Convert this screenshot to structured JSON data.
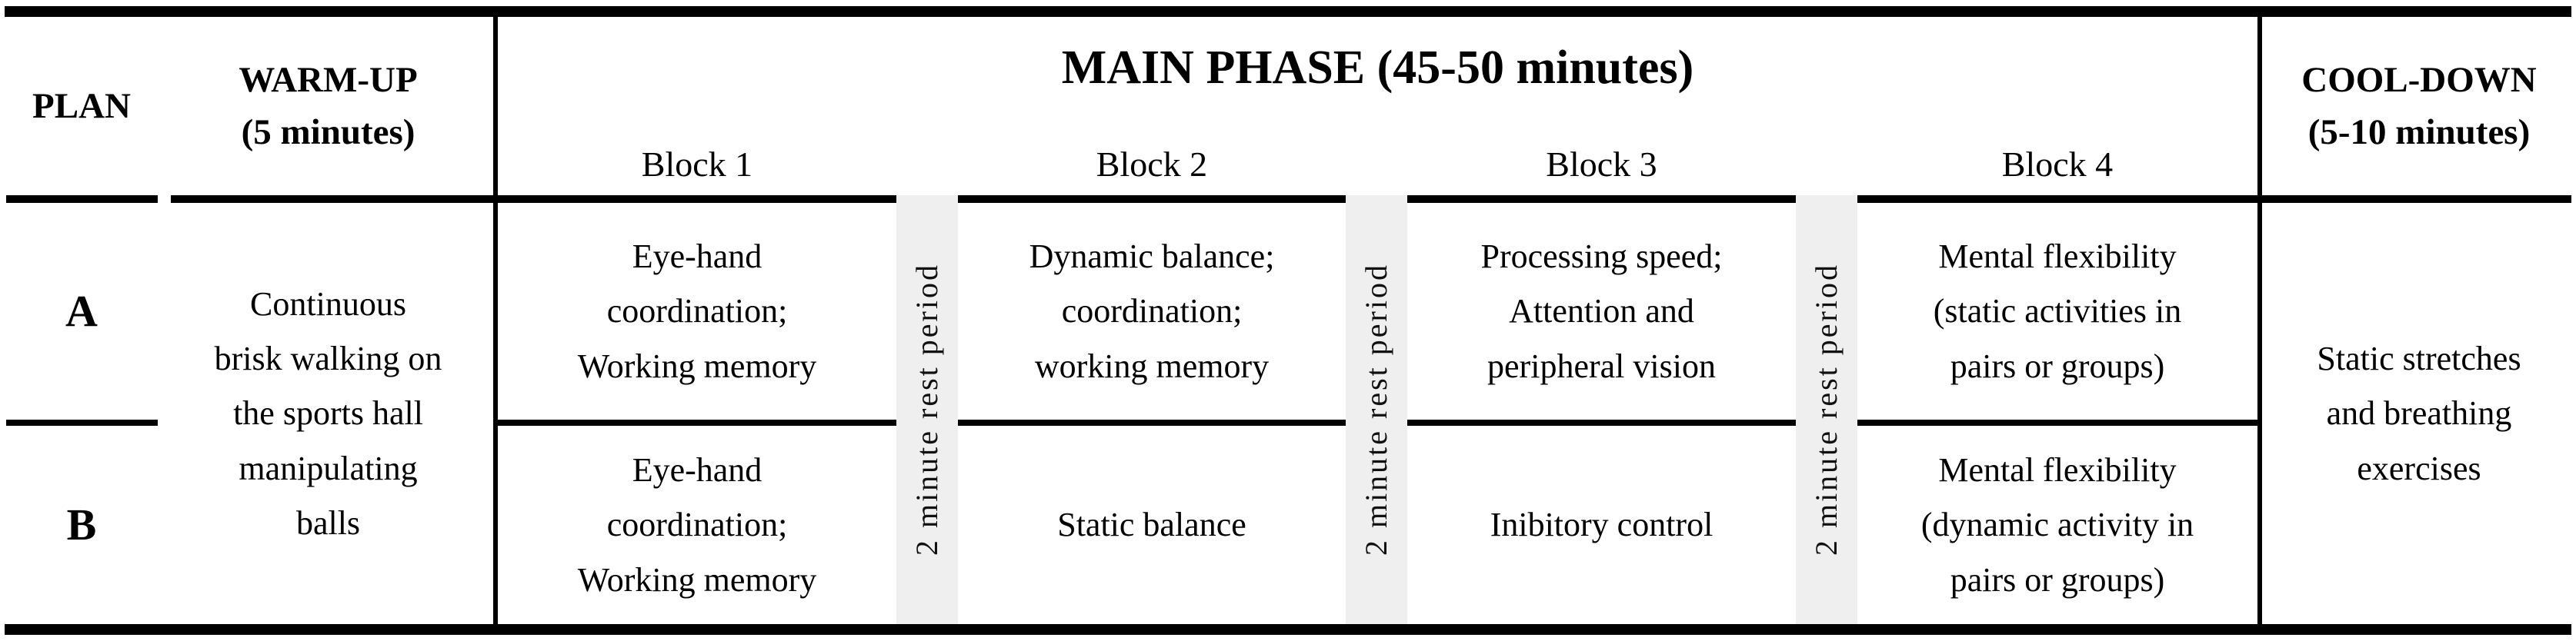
{
  "table": {
    "headers": {
      "plan": "PLAN",
      "warmup": "WARM-UP\n(5 minutes)",
      "main_phase": "MAIN PHASE (45-50 minutes)",
      "cooldown": "COOL-DOWN\n(5-10 minutes)",
      "blocks": [
        "Block 1",
        "Block 2",
        "Block 3",
        "Block 4"
      ]
    },
    "rest_label": "2 minute rest period",
    "warmup_activity": "Continuous\nbrisk walking on\nthe sports hall\nmanipulating\nballs",
    "cooldown_activity": "Static stretches\nand breathing\nexercises",
    "rows": [
      {
        "plan": "A",
        "blocks": [
          "Eye-hand\ncoordination;\nWorking memory",
          "Dynamic balance;\ncoordination;\nworking memory",
          "Processing speed;\nAttention and\nperipheral vision",
          "Mental flexibility\n(static activities in\npairs or groups)"
        ]
      },
      {
        "plan": "B",
        "blocks": [
          "Eye-hand\ncoordination;\nWorking memory",
          "Static balance",
          "Inibitory control",
          "Mental flexibility\n(dynamic activity in\npairs or groups)"
        ]
      }
    ],
    "colors": {
      "line": "#000000",
      "rest_strip_bg": "#efefef",
      "background": "#ffffff"
    }
  }
}
